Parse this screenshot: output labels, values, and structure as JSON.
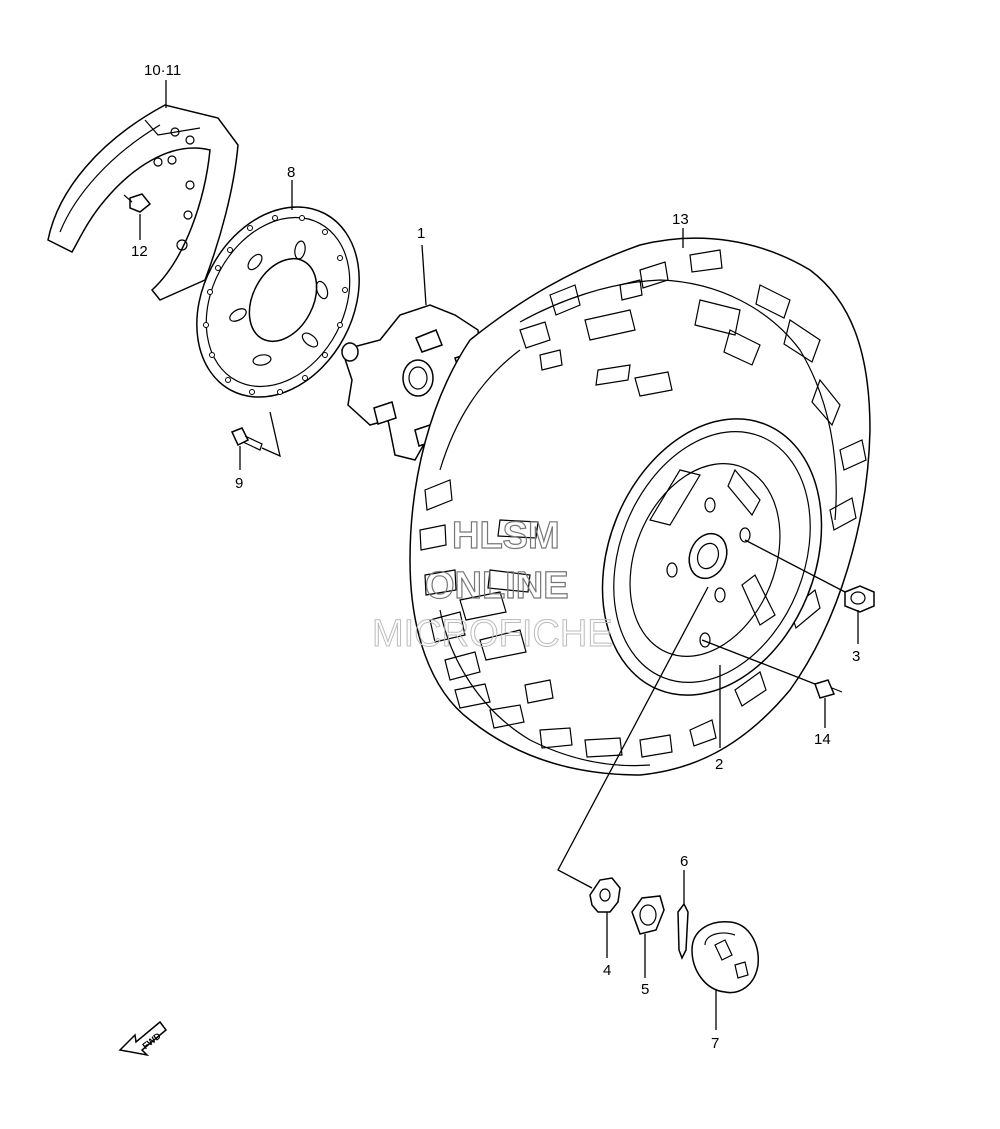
{
  "callouts": {
    "p1": "1",
    "p2": "2",
    "p3": "3",
    "p4": "4",
    "p5": "5",
    "p6": "6",
    "p7": "7",
    "p8": "8",
    "p9": "9",
    "p10_11": "10·11",
    "p12": "12",
    "p13": "13",
    "p14": "14"
  },
  "fwd_label": "FWD",
  "watermark": {
    "line1": "HLSM",
    "line2": "ONLINE",
    "line3": "MICROFICHE"
  }
}
